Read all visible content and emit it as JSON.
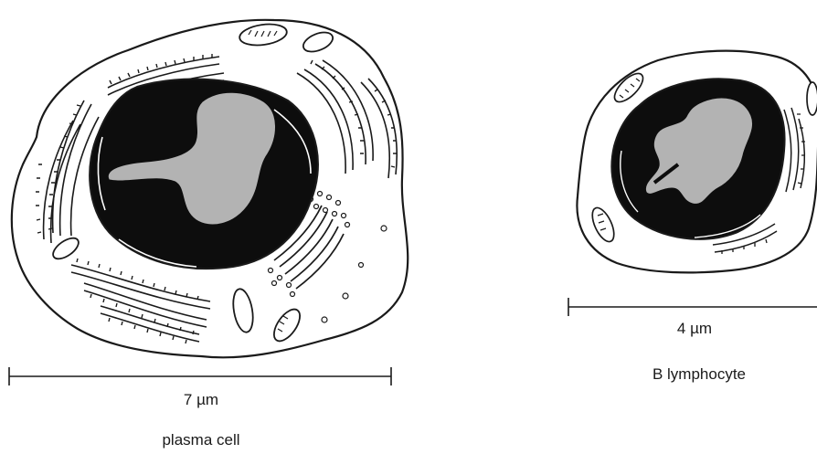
{
  "diagram": {
    "plasma_cell": {
      "name": "plasma cell",
      "scale": "7 µm"
    },
    "b_lymphocyte": {
      "name": "B lymphocyte",
      "scale": "4 µm"
    }
  },
  "colors": {
    "ink": "#1a1a1a",
    "nucleus": "#0d0d0d",
    "nucleolus": "#b3b3b3",
    "cytoplasm": "#ffffff"
  }
}
